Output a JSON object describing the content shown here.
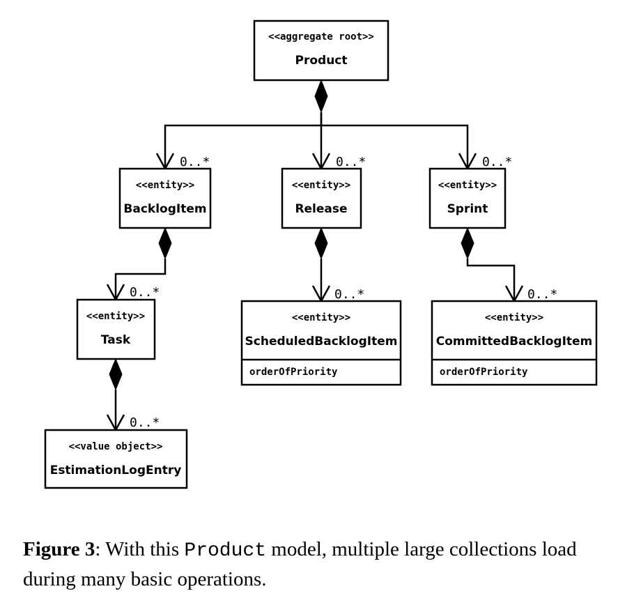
{
  "diagram": {
    "nodes": {
      "product": {
        "stereotype": "<<aggregate root>>",
        "name": "Product"
      },
      "backlog_item": {
        "stereotype": "<<entity>>",
        "name": "BacklogItem"
      },
      "release": {
        "stereotype": "<<entity>>",
        "name": "Release"
      },
      "sprint": {
        "stereotype": "<<entity>>",
        "name": "Sprint"
      },
      "task": {
        "stereotype": "<<entity>>",
        "name": "Task"
      },
      "scheduled_backlog_item": {
        "stereotype": "<<entity>>",
        "name": "ScheduledBacklogItem",
        "attribute": "orderOfPriority"
      },
      "committed_backlog_item": {
        "stereotype": "<<entity>>",
        "name": "CommittedBacklogItem",
        "attribute": "orderOfPriority"
      },
      "estimation_log_entry": {
        "stereotype": "<<value object>>",
        "name": "EstimationLogEntry"
      }
    },
    "multiplicities": {
      "product_backlog_item": "0..*",
      "product_release": "0..*",
      "product_sprint": "0..*",
      "backlog_item_task": "0..*",
      "release_scheduled": "0..*",
      "sprint_committed": "0..*",
      "task_estimation": "0..*"
    }
  },
  "caption": {
    "label": "Figure 3",
    "text_before": ": With this ",
    "code": "Product",
    "text_after": " model, multiple large collections load during many basic operations."
  }
}
